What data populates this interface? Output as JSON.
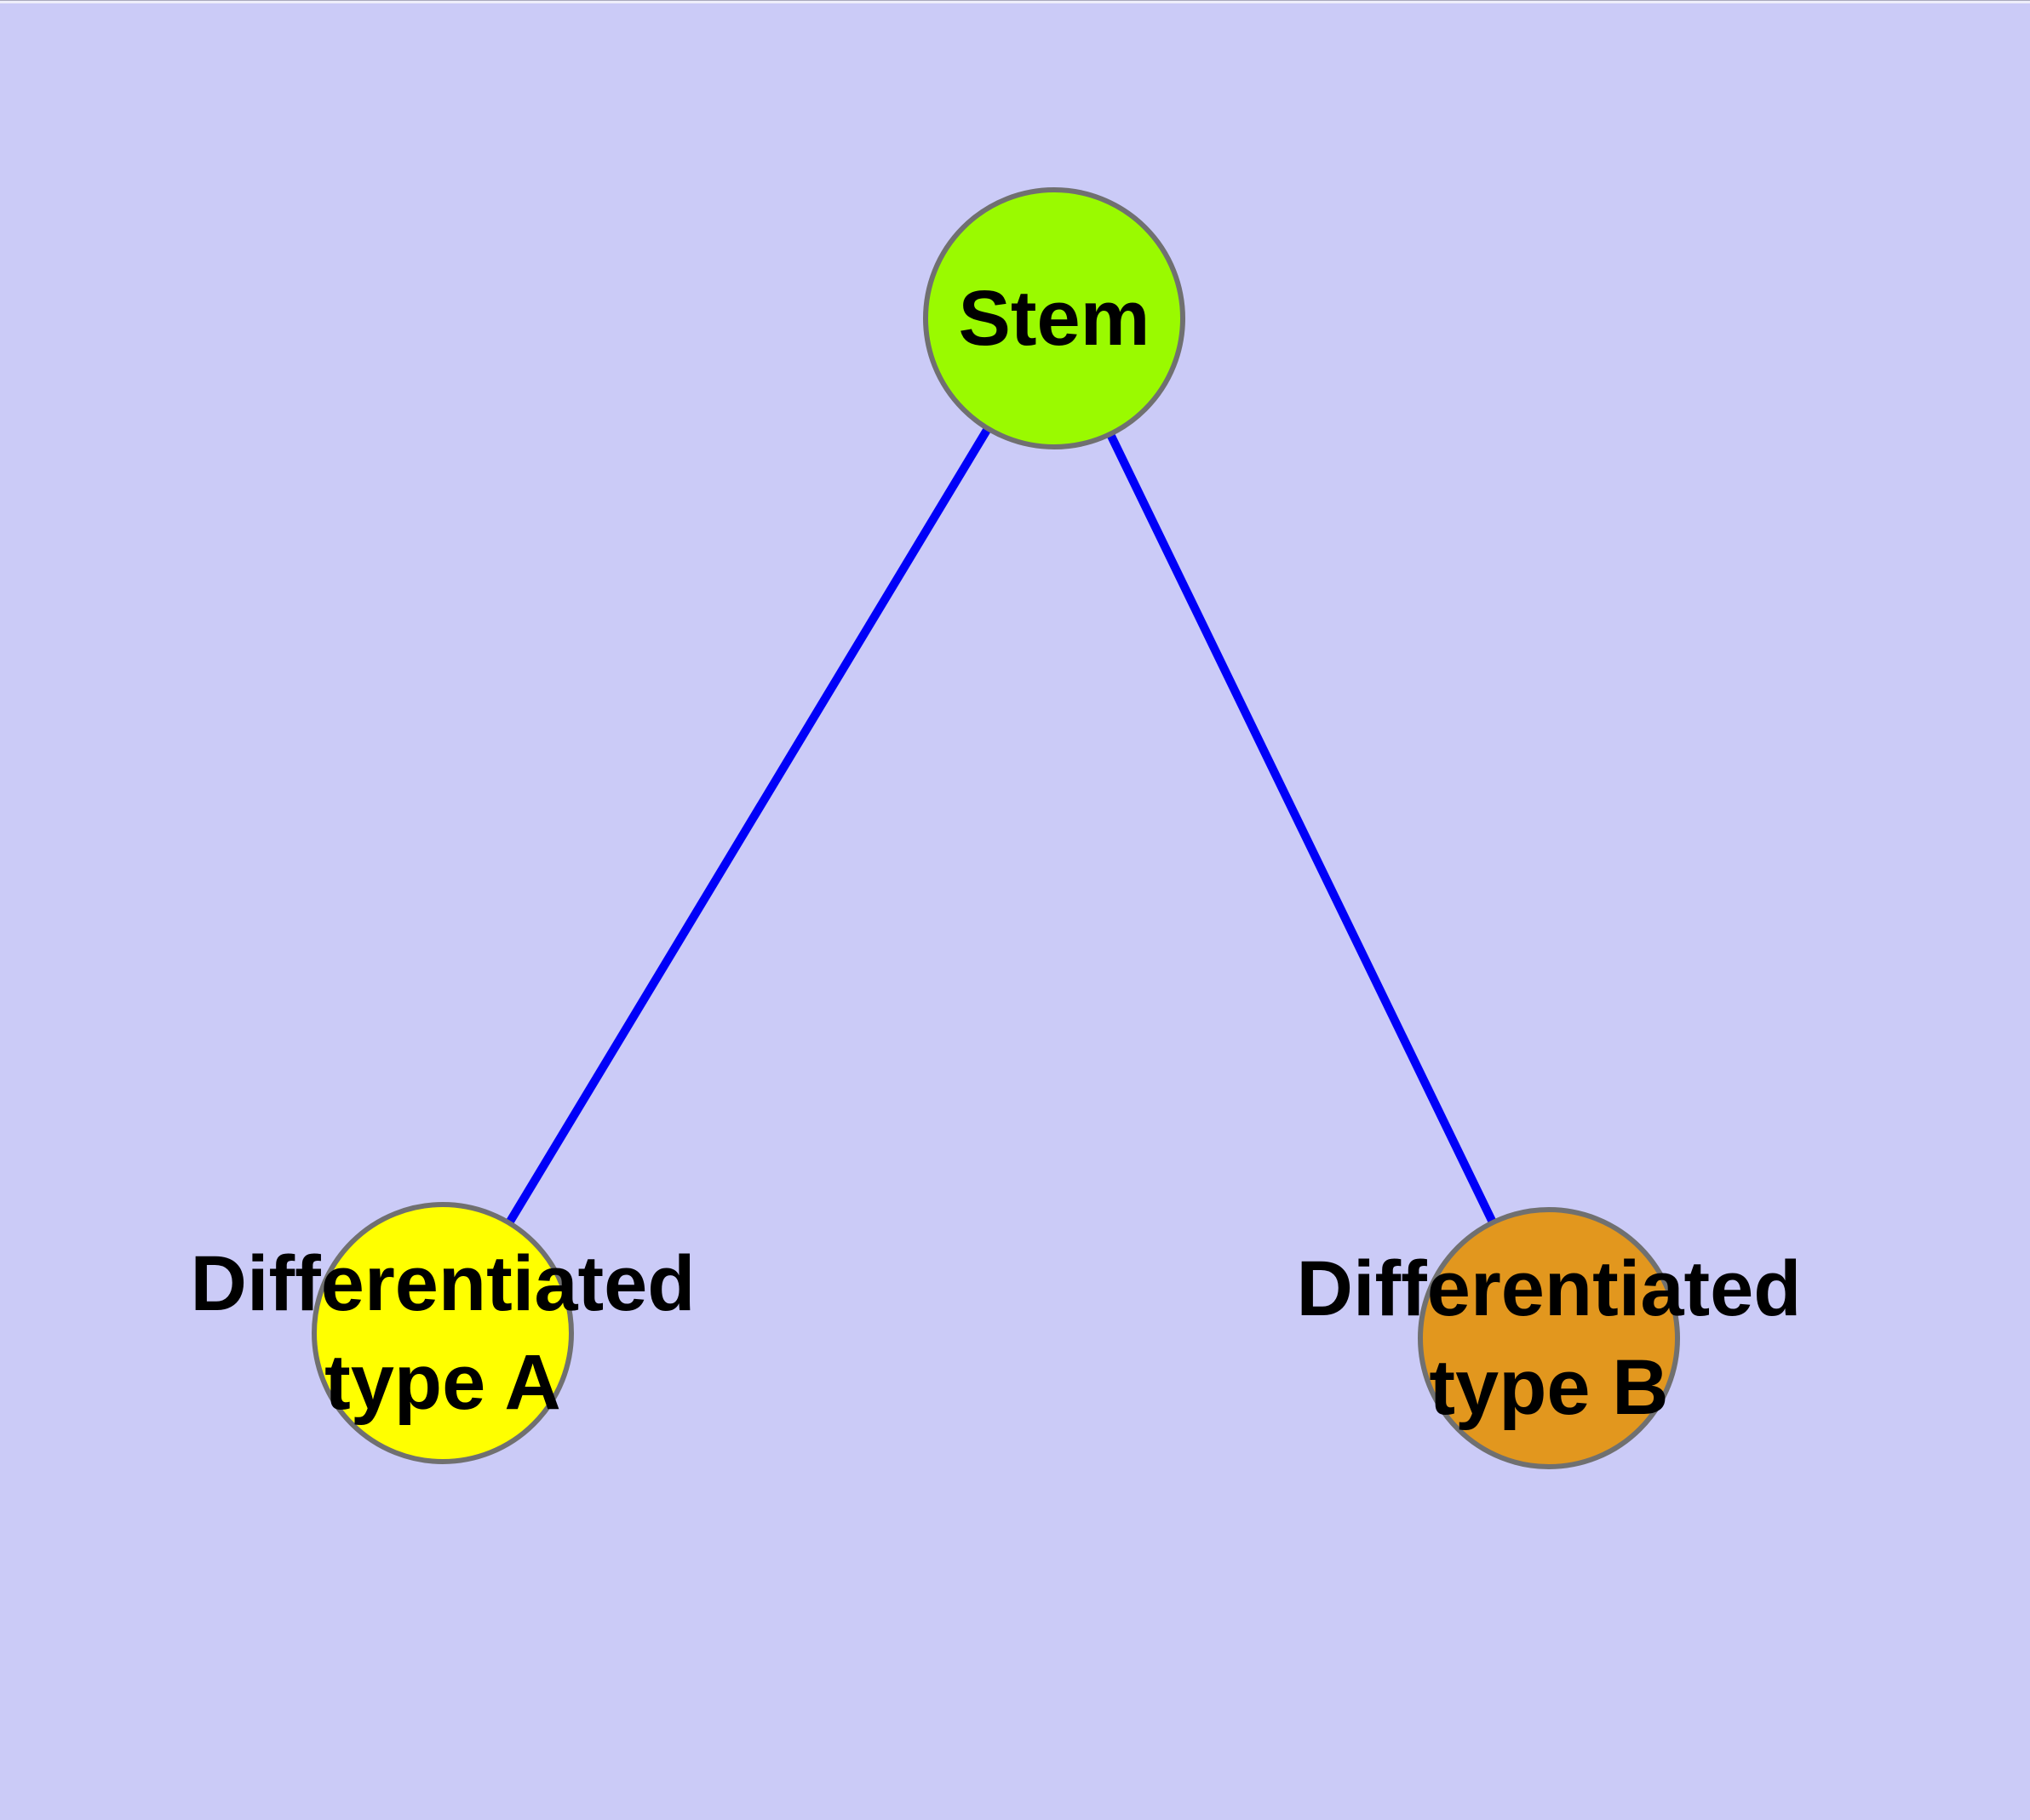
{
  "diagram": {
    "background_color": "#CBCBF7",
    "edge_color": "#0000F8",
    "node_border_color": "#707070",
    "label_color": "#000000",
    "nodes": [
      {
        "id": "stem",
        "label": "Stem",
        "fill": "#9AFA00"
      },
      {
        "id": "type-a",
        "label_line1": "Differentiated",
        "label_line2": "type A",
        "fill": "#FFFF00"
      },
      {
        "id": "type-b",
        "label_line1": "Differentiated",
        "label_line2": "type B",
        "fill": "#E2971E"
      }
    ],
    "edges": [
      {
        "from": "stem",
        "to": "type-a"
      },
      {
        "from": "stem",
        "to": "type-b"
      }
    ]
  }
}
